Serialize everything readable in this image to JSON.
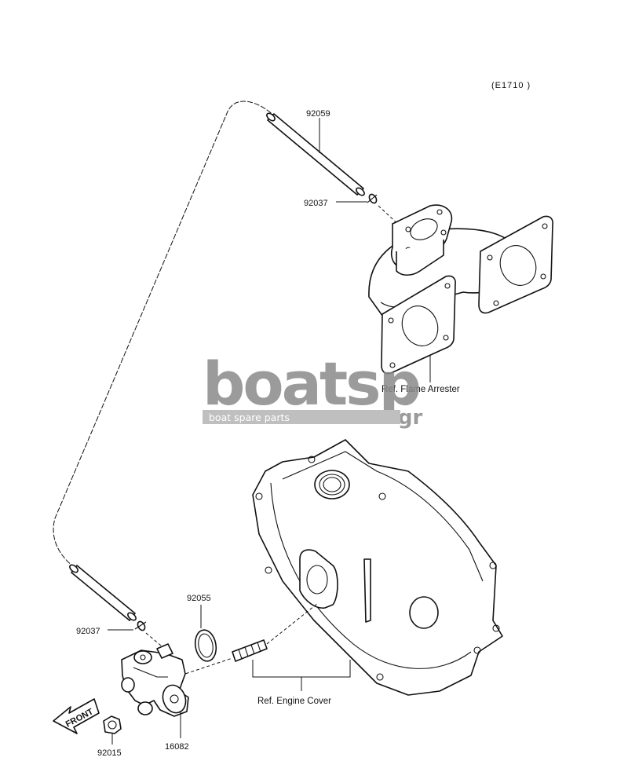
{
  "diagram_code": "(E1710 )",
  "labels": {
    "hose": "92059",
    "clip_top": "92037",
    "clip_bottom": "92037",
    "oring": "92055",
    "nut": "92015",
    "pump": "16082"
  },
  "refs": {
    "flame_arrester": "Ref. Flame Arrester",
    "engine_cover": "Ref. Engine Cover"
  },
  "front_arrow": "FRONT",
  "watermark": {
    "logo": "boatsp",
    "suffix": ".gr",
    "tagline": "boat spare parts",
    "color_dark": "#8a8a8a",
    "color_light": "#b5b5b5"
  }
}
